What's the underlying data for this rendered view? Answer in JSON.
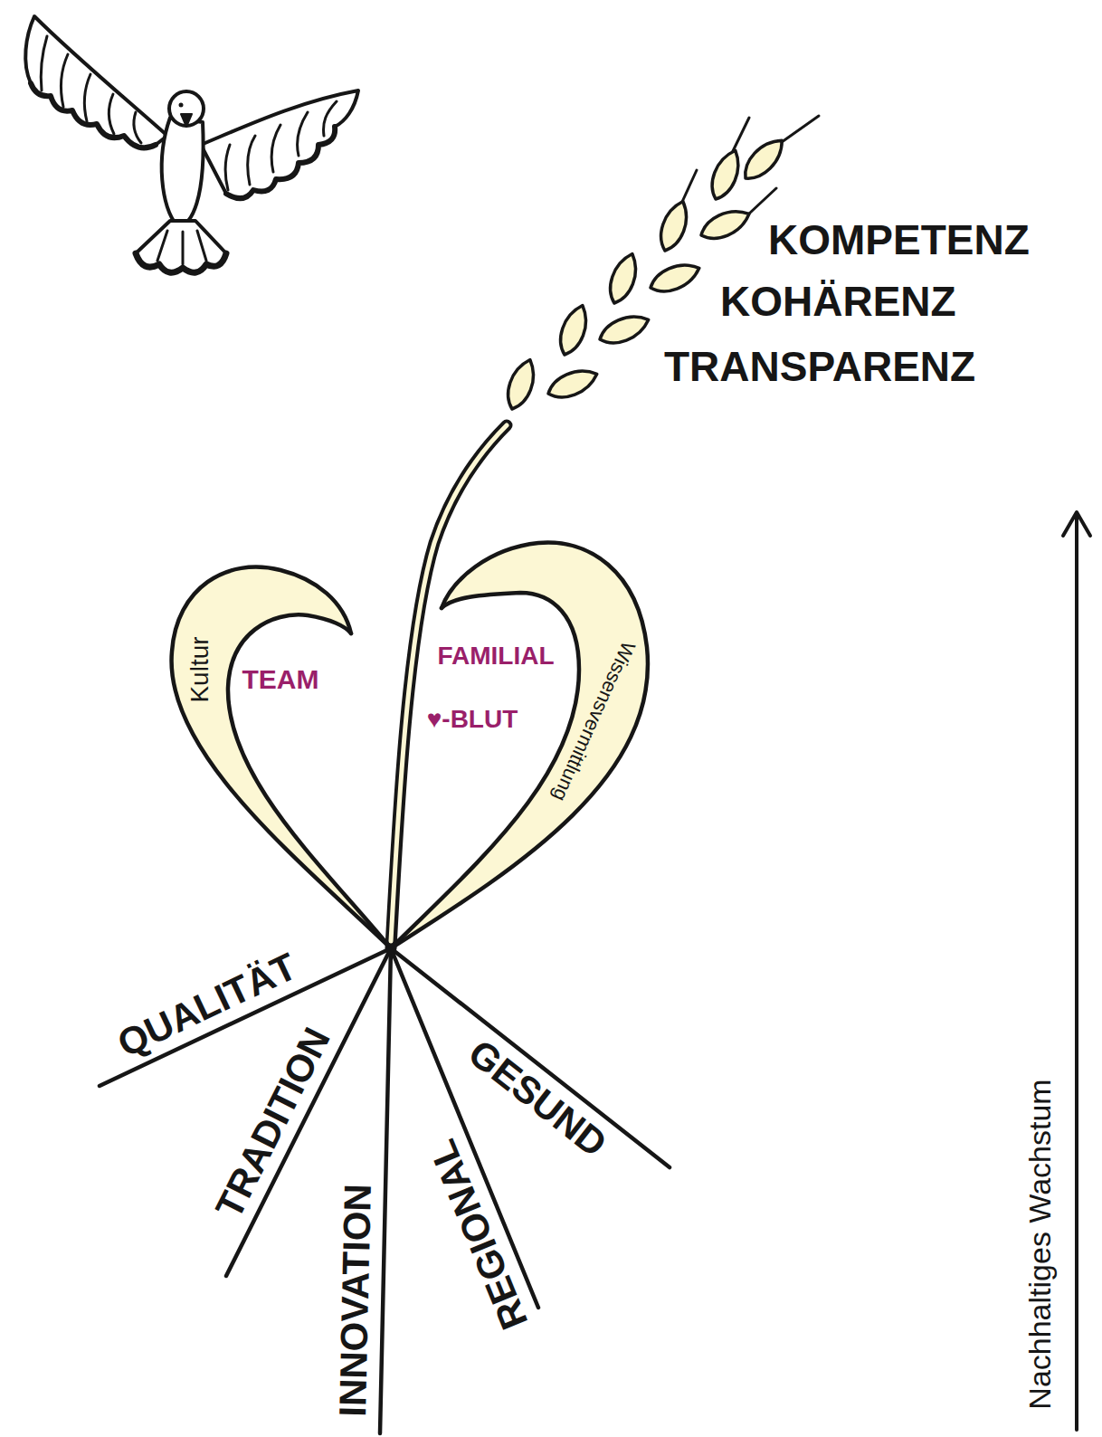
{
  "diagram": {
    "labels": [
      "KOMPETENZ",
      "KOHÄRENZ",
      "TRANSPARENZ",
      "Kultur",
      "TEAM",
      "FAMILIAL",
      "♥-BLUT",
      "Wissensvermittlung",
      "QUALITÄT",
      "TRADITION",
      "INNOVATION",
      "REGIONAL",
      "GESUND",
      "Nachhaltiges Wachstum"
    ]
  }
}
